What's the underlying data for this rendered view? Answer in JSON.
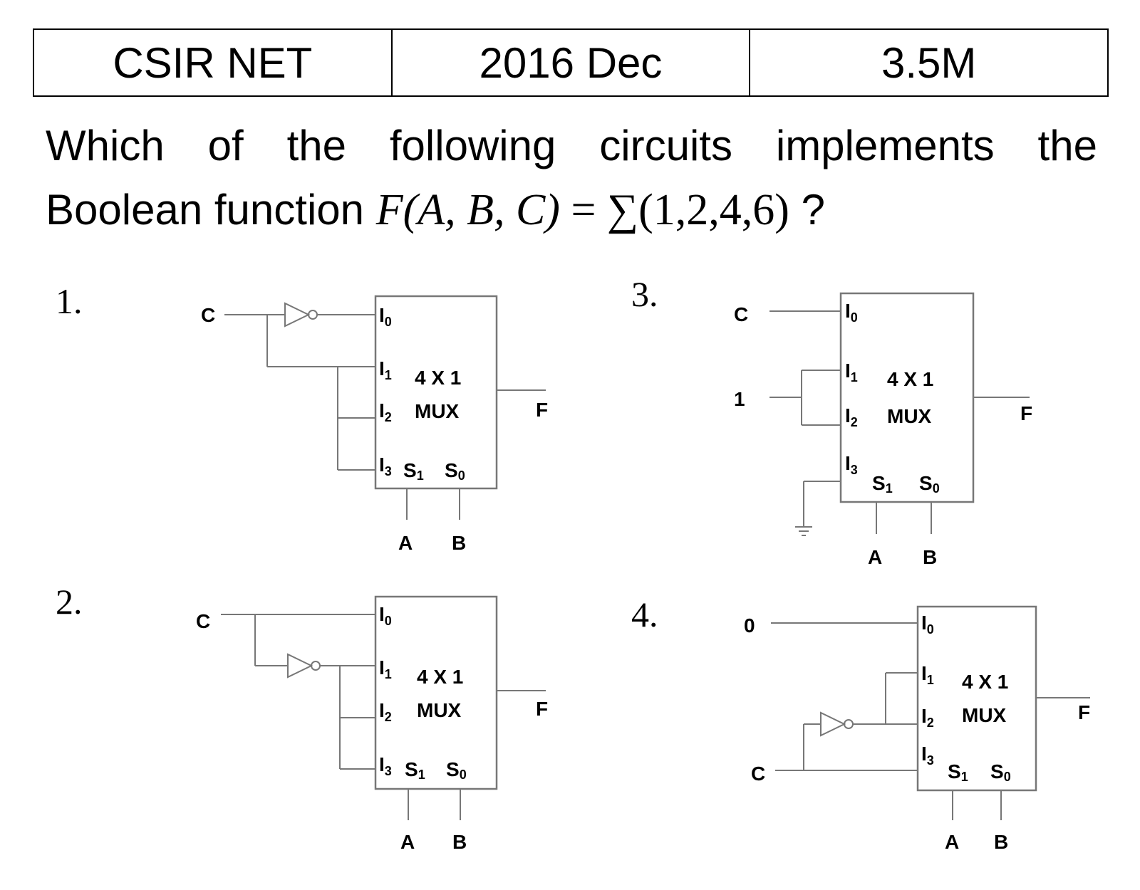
{
  "header": {
    "exam": "CSIR NET",
    "session": "2016 Dec",
    "marks": "3.5M"
  },
  "question": {
    "line1_words": [
      "Which",
      "of",
      "the",
      "following",
      "circuits",
      "implements",
      "the"
    ],
    "line2_prefix": "Boolean function ",
    "func_name": "F",
    "func_args": "(A, B, C)",
    "equals": " = ",
    "sum_symbol": "∑",
    "minterms": "(1,2,4,6)",
    "suffix": " ?"
  },
  "options": [
    {
      "number": "1.",
      "inputs": [
        "C"
      ],
      "mux": {
        "title": "4 X 1",
        "name": "MUX",
        "inputs": [
          "I",
          "I",
          "I",
          "I"
        ],
        "input_subs": [
          "0",
          "1",
          "2",
          "3"
        ],
        "selects": [
          "S",
          "S"
        ],
        "select_subs": [
          "1",
          "0"
        ],
        "output": "F"
      },
      "select_lines": [
        "A",
        "B"
      ]
    },
    {
      "number": "2.",
      "inputs": [
        "C"
      ],
      "mux": {
        "title": "4 X 1",
        "name": "MUX",
        "inputs": [
          "I",
          "I",
          "I",
          "I"
        ],
        "input_subs": [
          "0",
          "1",
          "2",
          "3"
        ],
        "selects": [
          "S",
          "S"
        ],
        "select_subs": [
          "1",
          "0"
        ],
        "output": "F"
      },
      "select_lines": [
        "A",
        "B"
      ]
    },
    {
      "number": "3.",
      "inputs": [
        "C",
        "1"
      ],
      "mux": {
        "title": "4 X 1",
        "name": "MUX",
        "inputs": [
          "I",
          "I",
          "I",
          "I"
        ],
        "input_subs": [
          "0",
          "1",
          "2",
          "3"
        ],
        "selects": [
          "S",
          "S"
        ],
        "select_subs": [
          "1",
          "0"
        ],
        "output": "F"
      },
      "select_lines": [
        "A",
        "B"
      ]
    },
    {
      "number": "4.",
      "inputs": [
        "0",
        "C"
      ],
      "mux": {
        "title": "4 X 1",
        "name": "MUX",
        "inputs": [
          "I",
          "I",
          "I",
          "I"
        ],
        "input_subs": [
          "0",
          "1",
          "2",
          "3"
        ],
        "selects": [
          "S",
          "S"
        ],
        "select_subs": [
          "1",
          "0"
        ],
        "output": "F"
      },
      "select_lines": [
        "A",
        "B"
      ]
    }
  ]
}
